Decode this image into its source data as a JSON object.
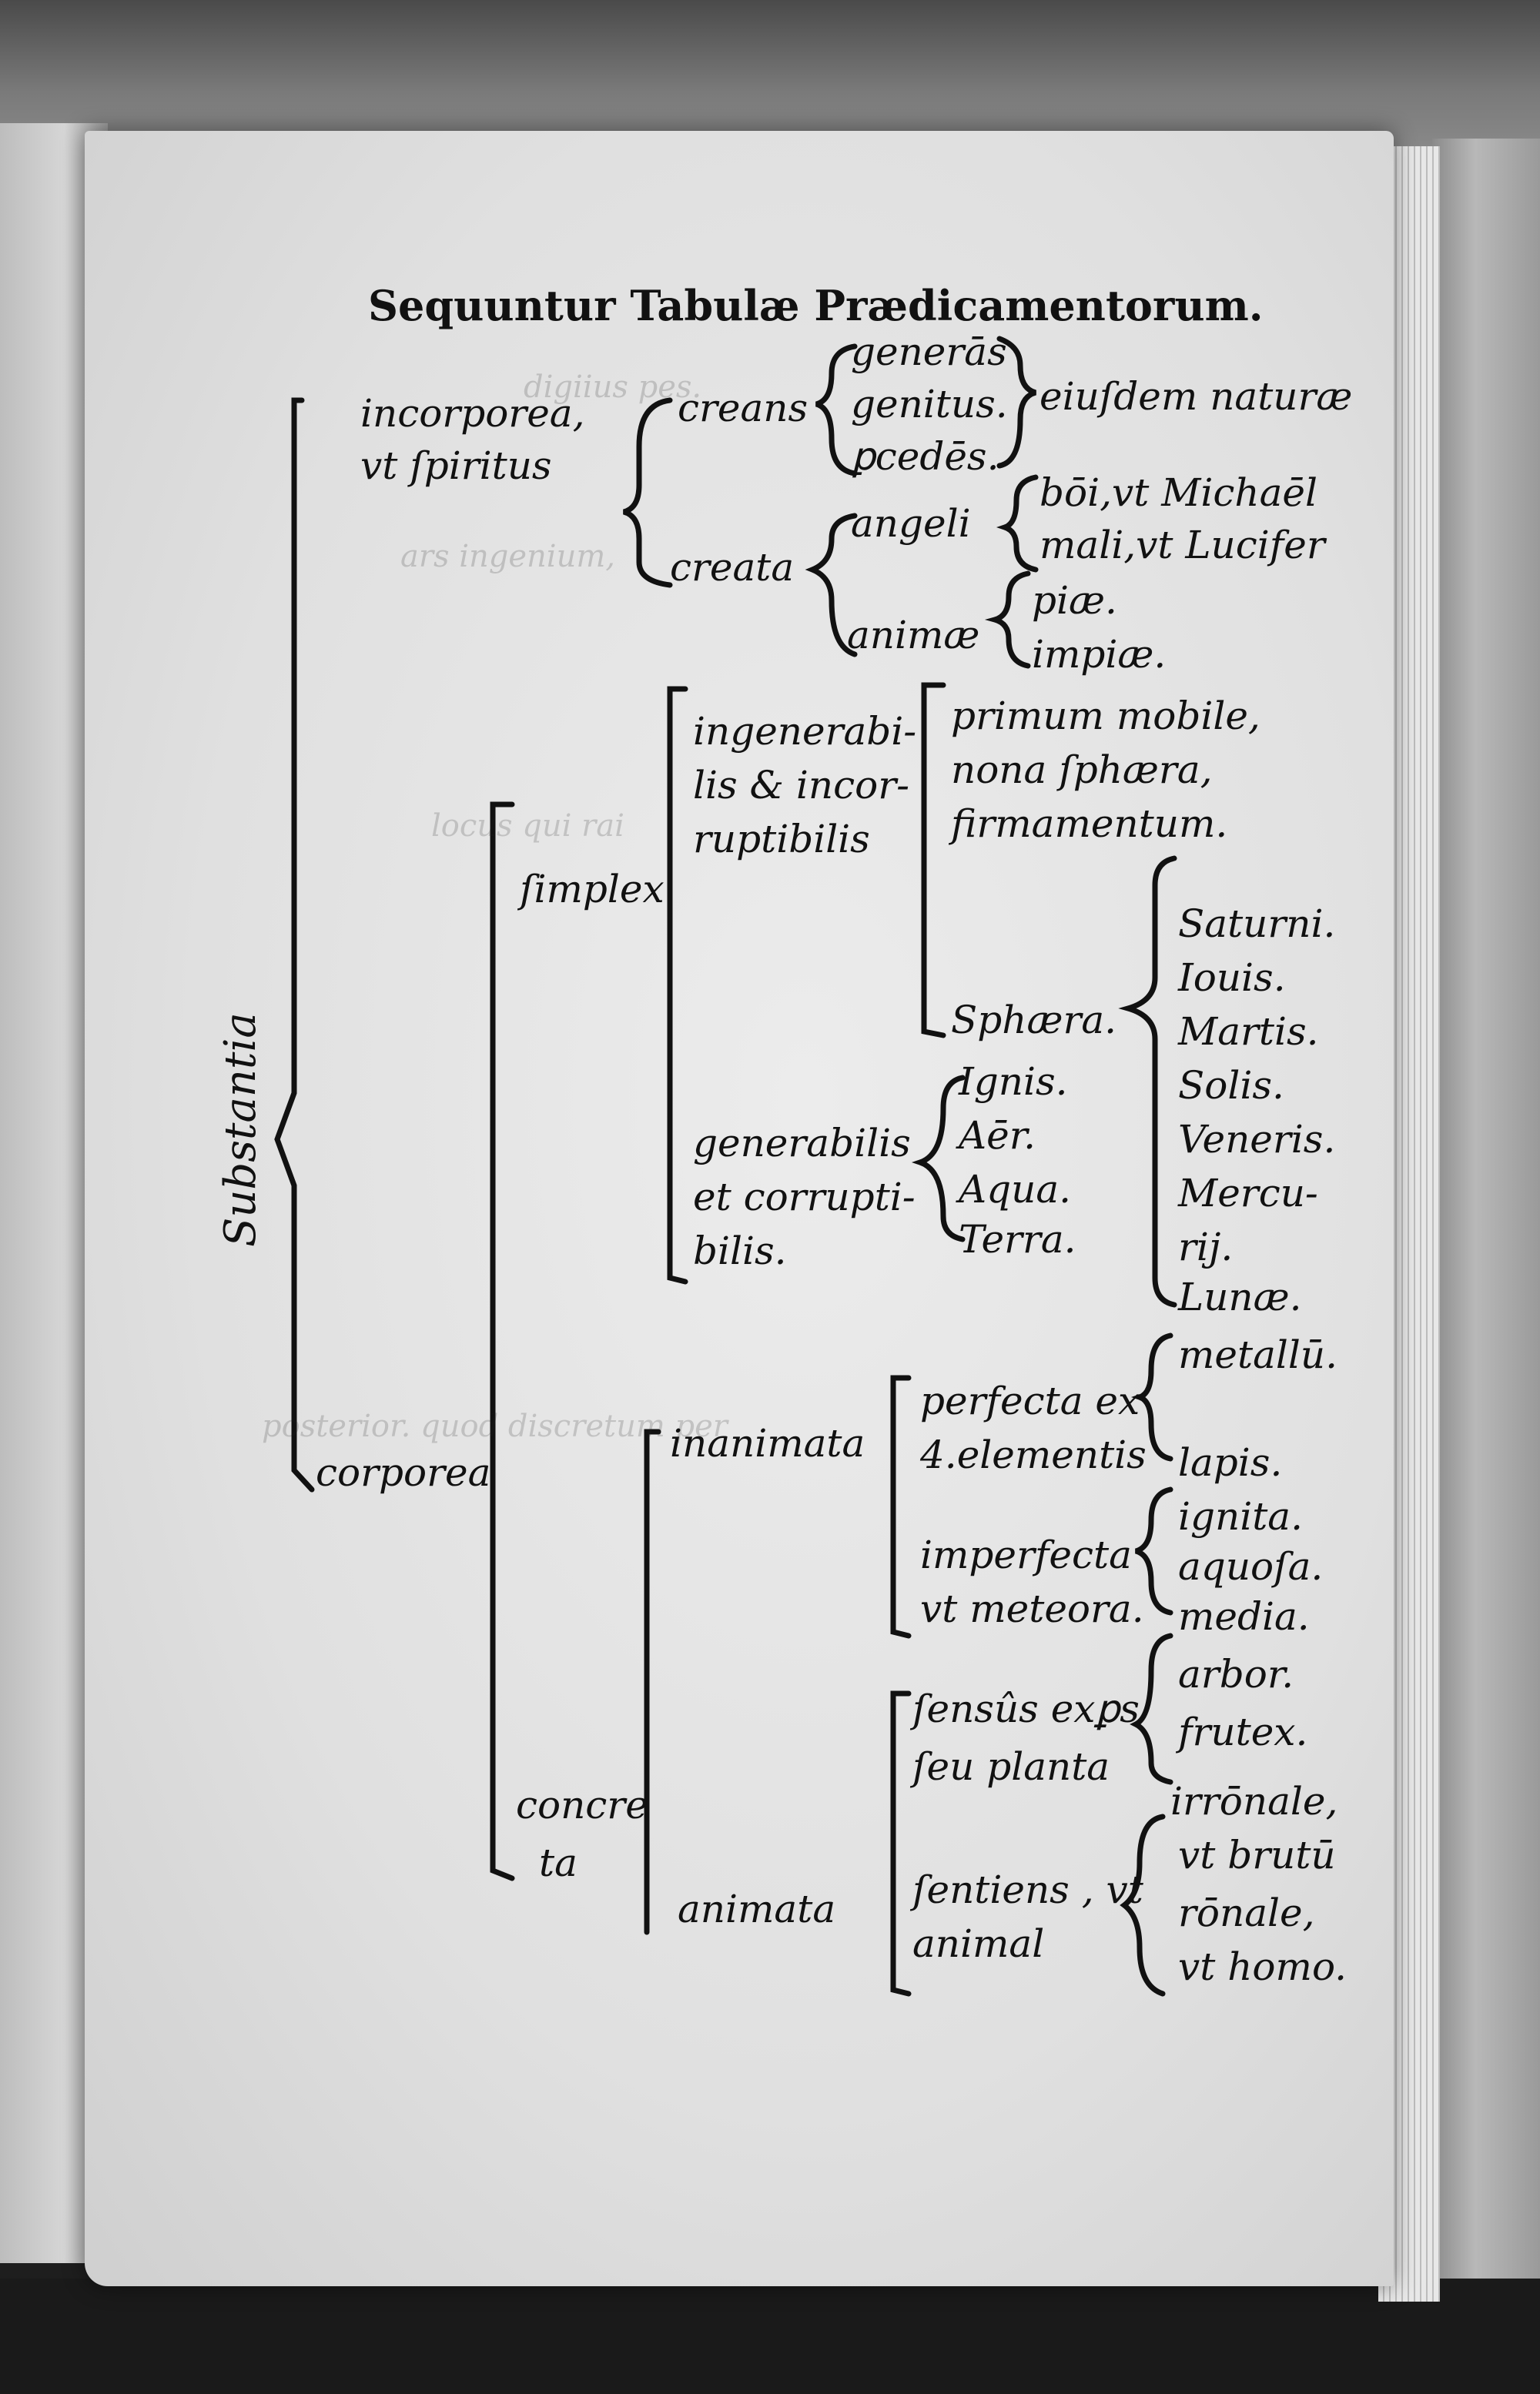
{
  "title": "Sequuntur Tabulæ Prædicamentorum.",
  "root": "Substantia",
  "incorporea": {
    "label_1": "incorporea,",
    "label_2": "vt ſpiritus",
    "creans": "creans",
    "creans_items": [
      "generās",
      "genitus.",
      "ꝑcedēs."
    ],
    "creans_note": "eiuſdem naturæ",
    "creata": "creata",
    "angeli": "angeli",
    "angeli_items": [
      "bōi,vt Michaēl",
      "mali,vt Lucifer"
    ],
    "animae": "animæ",
    "animae_items": [
      "piæ.",
      "impiæ."
    ]
  },
  "corporea": {
    "label": "corporea",
    "simplex": "ſimplex",
    "ingenerabilis": [
      "ingenerabi-",
      "lis & incor-",
      "ruptibilis"
    ],
    "ingenerabilis_items": [
      "primum mobile,",
      "nona ſphæra,",
      "firmamentum."
    ],
    "sphaera": "Sphæra.",
    "planets": [
      "Saturni.",
      "Iouis.",
      "Martis.",
      "Solis.",
      "Veneris.",
      "Mercu-",
      "rij.",
      "Lunæ."
    ],
    "generabilis": [
      "generabilis",
      "et corrupti-",
      "bilis."
    ],
    "elements": [
      "Ignis.",
      "Aēr.",
      "Aqua.",
      "Terra."
    ],
    "concreta": [
      "concre",
      "ta"
    ],
    "inanimata": "inanimata",
    "perfecta": [
      "perfecta ex",
      "4.elementis"
    ],
    "perfecta_items": [
      "metallū.",
      "lapis."
    ],
    "imperfecta": [
      "imperfecta",
      "vt meteora."
    ],
    "imperfecta_items": [
      "ignita.",
      "aquoſa.",
      "media."
    ],
    "animata": "animata",
    "planta": [
      "ſensûs exꝑs",
      "ſeu planta"
    ],
    "planta_items": [
      "arbor.",
      "frutex."
    ],
    "sentiens": [
      "ſentiens , vt",
      "animal"
    ],
    "sentiens_items": [
      "irrōnale,",
      "vt brutū",
      "rōnale,",
      "vt homo."
    ]
  }
}
